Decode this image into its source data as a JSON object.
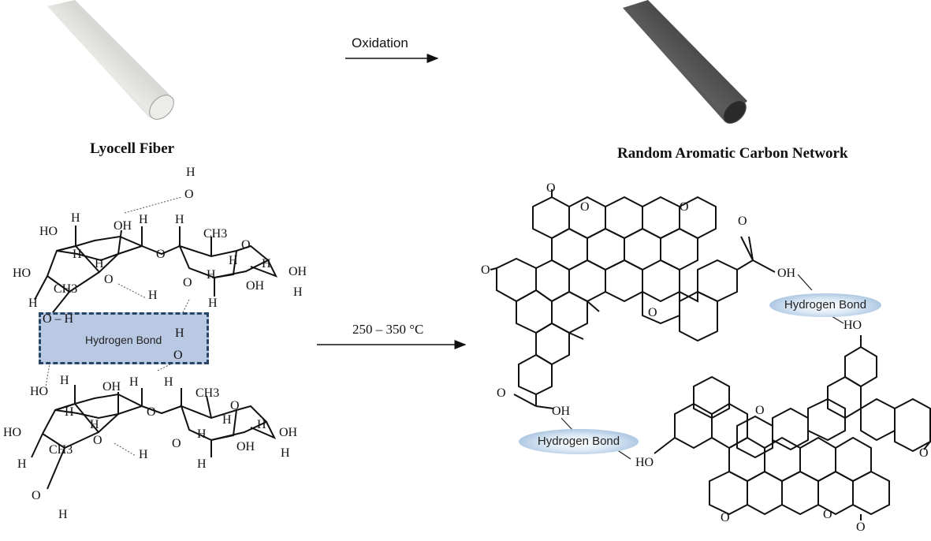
{
  "top": {
    "left_fiber_label": "Lyocell Fiber",
    "right_fiber_label": "Random Aromatic Carbon Network",
    "oxidation_label": "Oxidation",
    "temperature_label": "250 – 350 °C"
  },
  "hydrogen_bond": {
    "left_box": "Hydrogen Bond",
    "right_upper": "Hydrogen Bond",
    "right_lower": "Hydrogen Bond"
  },
  "cellulose_atoms": {
    "H": "H",
    "O": "O",
    "OH": "OH",
    "HO": "HO",
    "CH3": "CH3",
    "O_H": "O – H"
  },
  "carbon_atoms": {
    "O": "O",
    "OH": "OH",
    "HO": "HO"
  },
  "colors": {
    "left_box_fill": "#b9c9e3",
    "left_box_border": "#274366",
    "light_fiber": "#d4d4d0",
    "dark_fiber": "#3a3a3a"
  }
}
